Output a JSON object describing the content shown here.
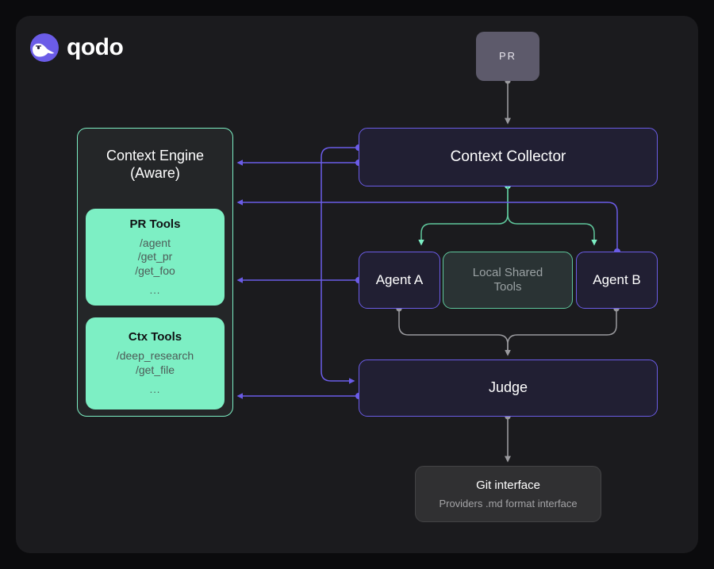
{
  "brand": {
    "name": "qodo",
    "mark_icon": "qodo-logo-icon",
    "mark_color": "#6b5ce7"
  },
  "colors": {
    "page_background": "#0b0b0d",
    "card_background": "#1b1b1e",
    "purple_accent": "#6b5ce7",
    "mint_accent": "#7defc4",
    "green_edge": "#5fc79c",
    "gray_edge": "#9a9a9e",
    "node_fill_dark_navy": "#211f33",
    "node_fill_dark_slate": "#2a3334",
    "pr_fill": "#5d5a6b",
    "git_fill": "#303032"
  },
  "nodes": {
    "pr": {
      "label": "PR"
    },
    "context_collector": {
      "label": "Context Collector"
    },
    "context_engine": {
      "label_line1": "Context Engine",
      "label_line2": "(Aware)"
    },
    "pr_tools": {
      "title": "PR Tools",
      "items": [
        "/agent",
        "/get_pr",
        "/get_foo"
      ],
      "more": "..."
    },
    "ctx_tools": {
      "title": "Ctx Tools",
      "items": [
        "/deep_research",
        "/get_file"
      ],
      "more": "..."
    },
    "agent_a": {
      "label": "Agent A"
    },
    "agent_b": {
      "label": "Agent B"
    },
    "local_shared_tools": {
      "label_line1": "Local Shared",
      "label_line2": "Tools"
    },
    "judge": {
      "label": "Judge"
    },
    "git_interface": {
      "title": "Git interface",
      "subtitle": "Providers .md format interface"
    }
  },
  "edges": [
    {
      "from": "pr",
      "to": "context_collector",
      "style": "gray-arrow"
    },
    {
      "from": "context_collector",
      "to": "agent_a",
      "style": "mint-arrow"
    },
    {
      "from": "context_collector",
      "to": "agent_b",
      "style": "mint-arrow"
    },
    {
      "from": "context_collector",
      "to": "context_engine",
      "style": "purple-arrow"
    },
    {
      "from": "agent_a",
      "to": "context_engine",
      "style": "purple-arrow"
    },
    {
      "from": "agent_b",
      "to": "context_engine",
      "style": "purple-arrow"
    },
    {
      "from": "agent_b",
      "to": "agent_b_top",
      "style": "purple-line"
    },
    {
      "from": "agent_a",
      "to": "judge",
      "style": "gray-arrow"
    },
    {
      "from": "agent_b",
      "to": "judge",
      "style": "gray-arrow"
    },
    {
      "from": "judge",
      "to": "context_engine",
      "style": "purple-arrow"
    },
    {
      "from": "judge",
      "to": "git_interface",
      "style": "gray-arrow"
    }
  ]
}
